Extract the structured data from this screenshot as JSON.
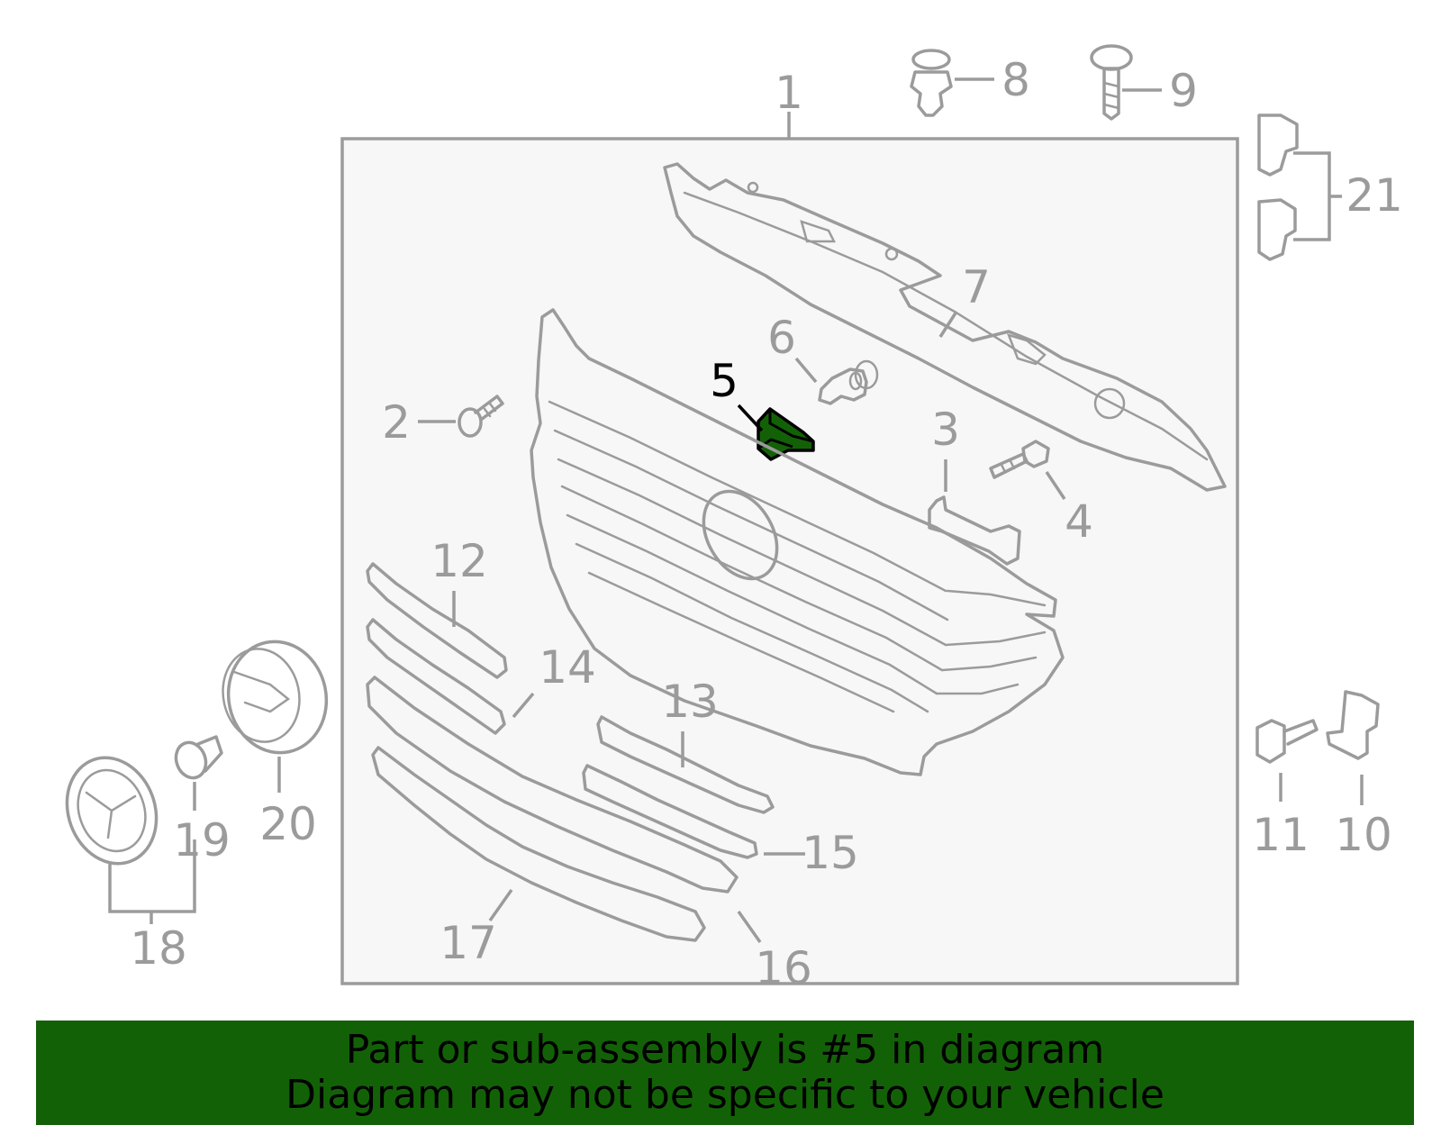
{
  "callouts": [
    {
      "id": "1",
      "label": "1"
    },
    {
      "id": "2",
      "label": "2"
    },
    {
      "id": "3",
      "label": "3"
    },
    {
      "id": "4",
      "label": "4"
    },
    {
      "id": "5",
      "label": "5"
    },
    {
      "id": "6",
      "label": "6"
    },
    {
      "id": "7",
      "label": "7"
    },
    {
      "id": "8",
      "label": "8"
    },
    {
      "id": "9",
      "label": "9"
    },
    {
      "id": "10",
      "label": "10"
    },
    {
      "id": "11",
      "label": "11"
    },
    {
      "id": "12",
      "label": "12"
    },
    {
      "id": "13",
      "label": "13"
    },
    {
      "id": "14",
      "label": "14"
    },
    {
      "id": "15",
      "label": "15"
    },
    {
      "id": "16",
      "label": "16"
    },
    {
      "id": "17",
      "label": "17"
    },
    {
      "id": "18",
      "label": "18"
    },
    {
      "id": "19",
      "label": "19"
    },
    {
      "id": "20",
      "label": "20"
    },
    {
      "id": "21",
      "label": "21"
    }
  ],
  "highlighted_part": "5",
  "colors": {
    "highlight": "#136107",
    "line": "#9b9b9b",
    "panel": "#f7f7f7"
  },
  "banner": {
    "line1": "Part or sub-assembly is #5 in diagram",
    "line2": "Diagram may not be specific to your vehicle"
  }
}
